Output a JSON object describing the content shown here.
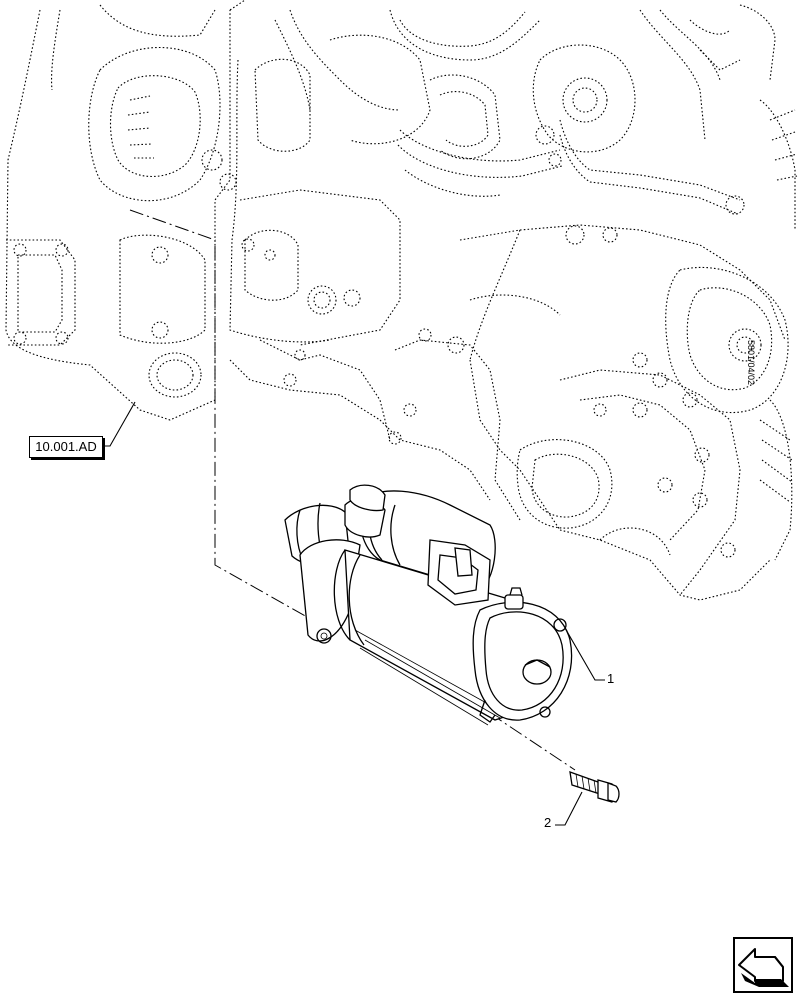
{
  "reference_label": "10.001.AD",
  "callouts": [
    {
      "number": "1",
      "part": "starter motor"
    },
    {
      "number": "2",
      "part": "flange bolt"
    }
  ],
  "engine_stamp": "5801/04/02",
  "nav": {
    "icon": "arrow-left-icon"
  }
}
